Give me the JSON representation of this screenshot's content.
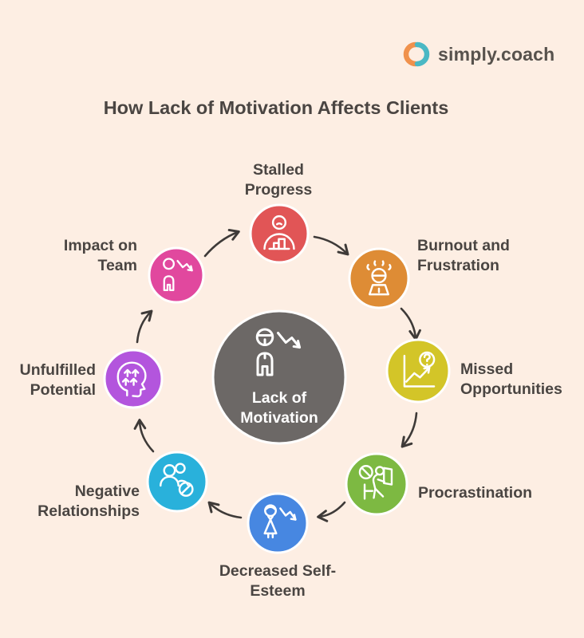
{
  "logo": {
    "text": "simply.coach",
    "icon": "simply-coach-logo-icon",
    "orange": "#f0914c",
    "teal": "#4ab8c4",
    "text_color": "#57524d"
  },
  "title": "How Lack of Motivation Affects Clients",
  "center": {
    "label": "Lack of Motivation",
    "color": "#6c6866",
    "icon": "person-decline-icon"
  },
  "items": [
    {
      "label": "Stalled Progress",
      "color": "#e15556",
      "icon": "stalled-progress-icon",
      "position": "top"
    },
    {
      "label": "Burnout and Frustration",
      "color": "#de8c35",
      "icon": "burnout-frustration-icon",
      "position": "top-right"
    },
    {
      "label": "Missed Opportunities",
      "color": "#d3c528",
      "icon": "missed-opportunities-icon",
      "position": "right"
    },
    {
      "label": "Procrastination",
      "color": "#7db942",
      "icon": "procrastination-icon",
      "position": "bottom-right"
    },
    {
      "label": "Decreased Self-Esteem",
      "color": "#4787e1",
      "icon": "decreased-self-esteem-icon",
      "position": "bottom"
    },
    {
      "label": "Negative Relationships",
      "color": "#29b1db",
      "icon": "negative-relationships-icon",
      "position": "bottom-left"
    },
    {
      "label": "Unfulfilled Potential",
      "color": "#b355dd",
      "icon": "unfulfilled-potential-icon",
      "position": "left"
    },
    {
      "label": "Impact on Team",
      "color": "#e1489e",
      "icon": "impact-on-team-icon",
      "position": "top-left"
    }
  ],
  "colors": {
    "background": "#fdeee3",
    "arrow": "#3e3a38",
    "label_text": "#4a4542",
    "icon_stroke": "#ffffff",
    "circle_ring": "#ffffff"
  }
}
